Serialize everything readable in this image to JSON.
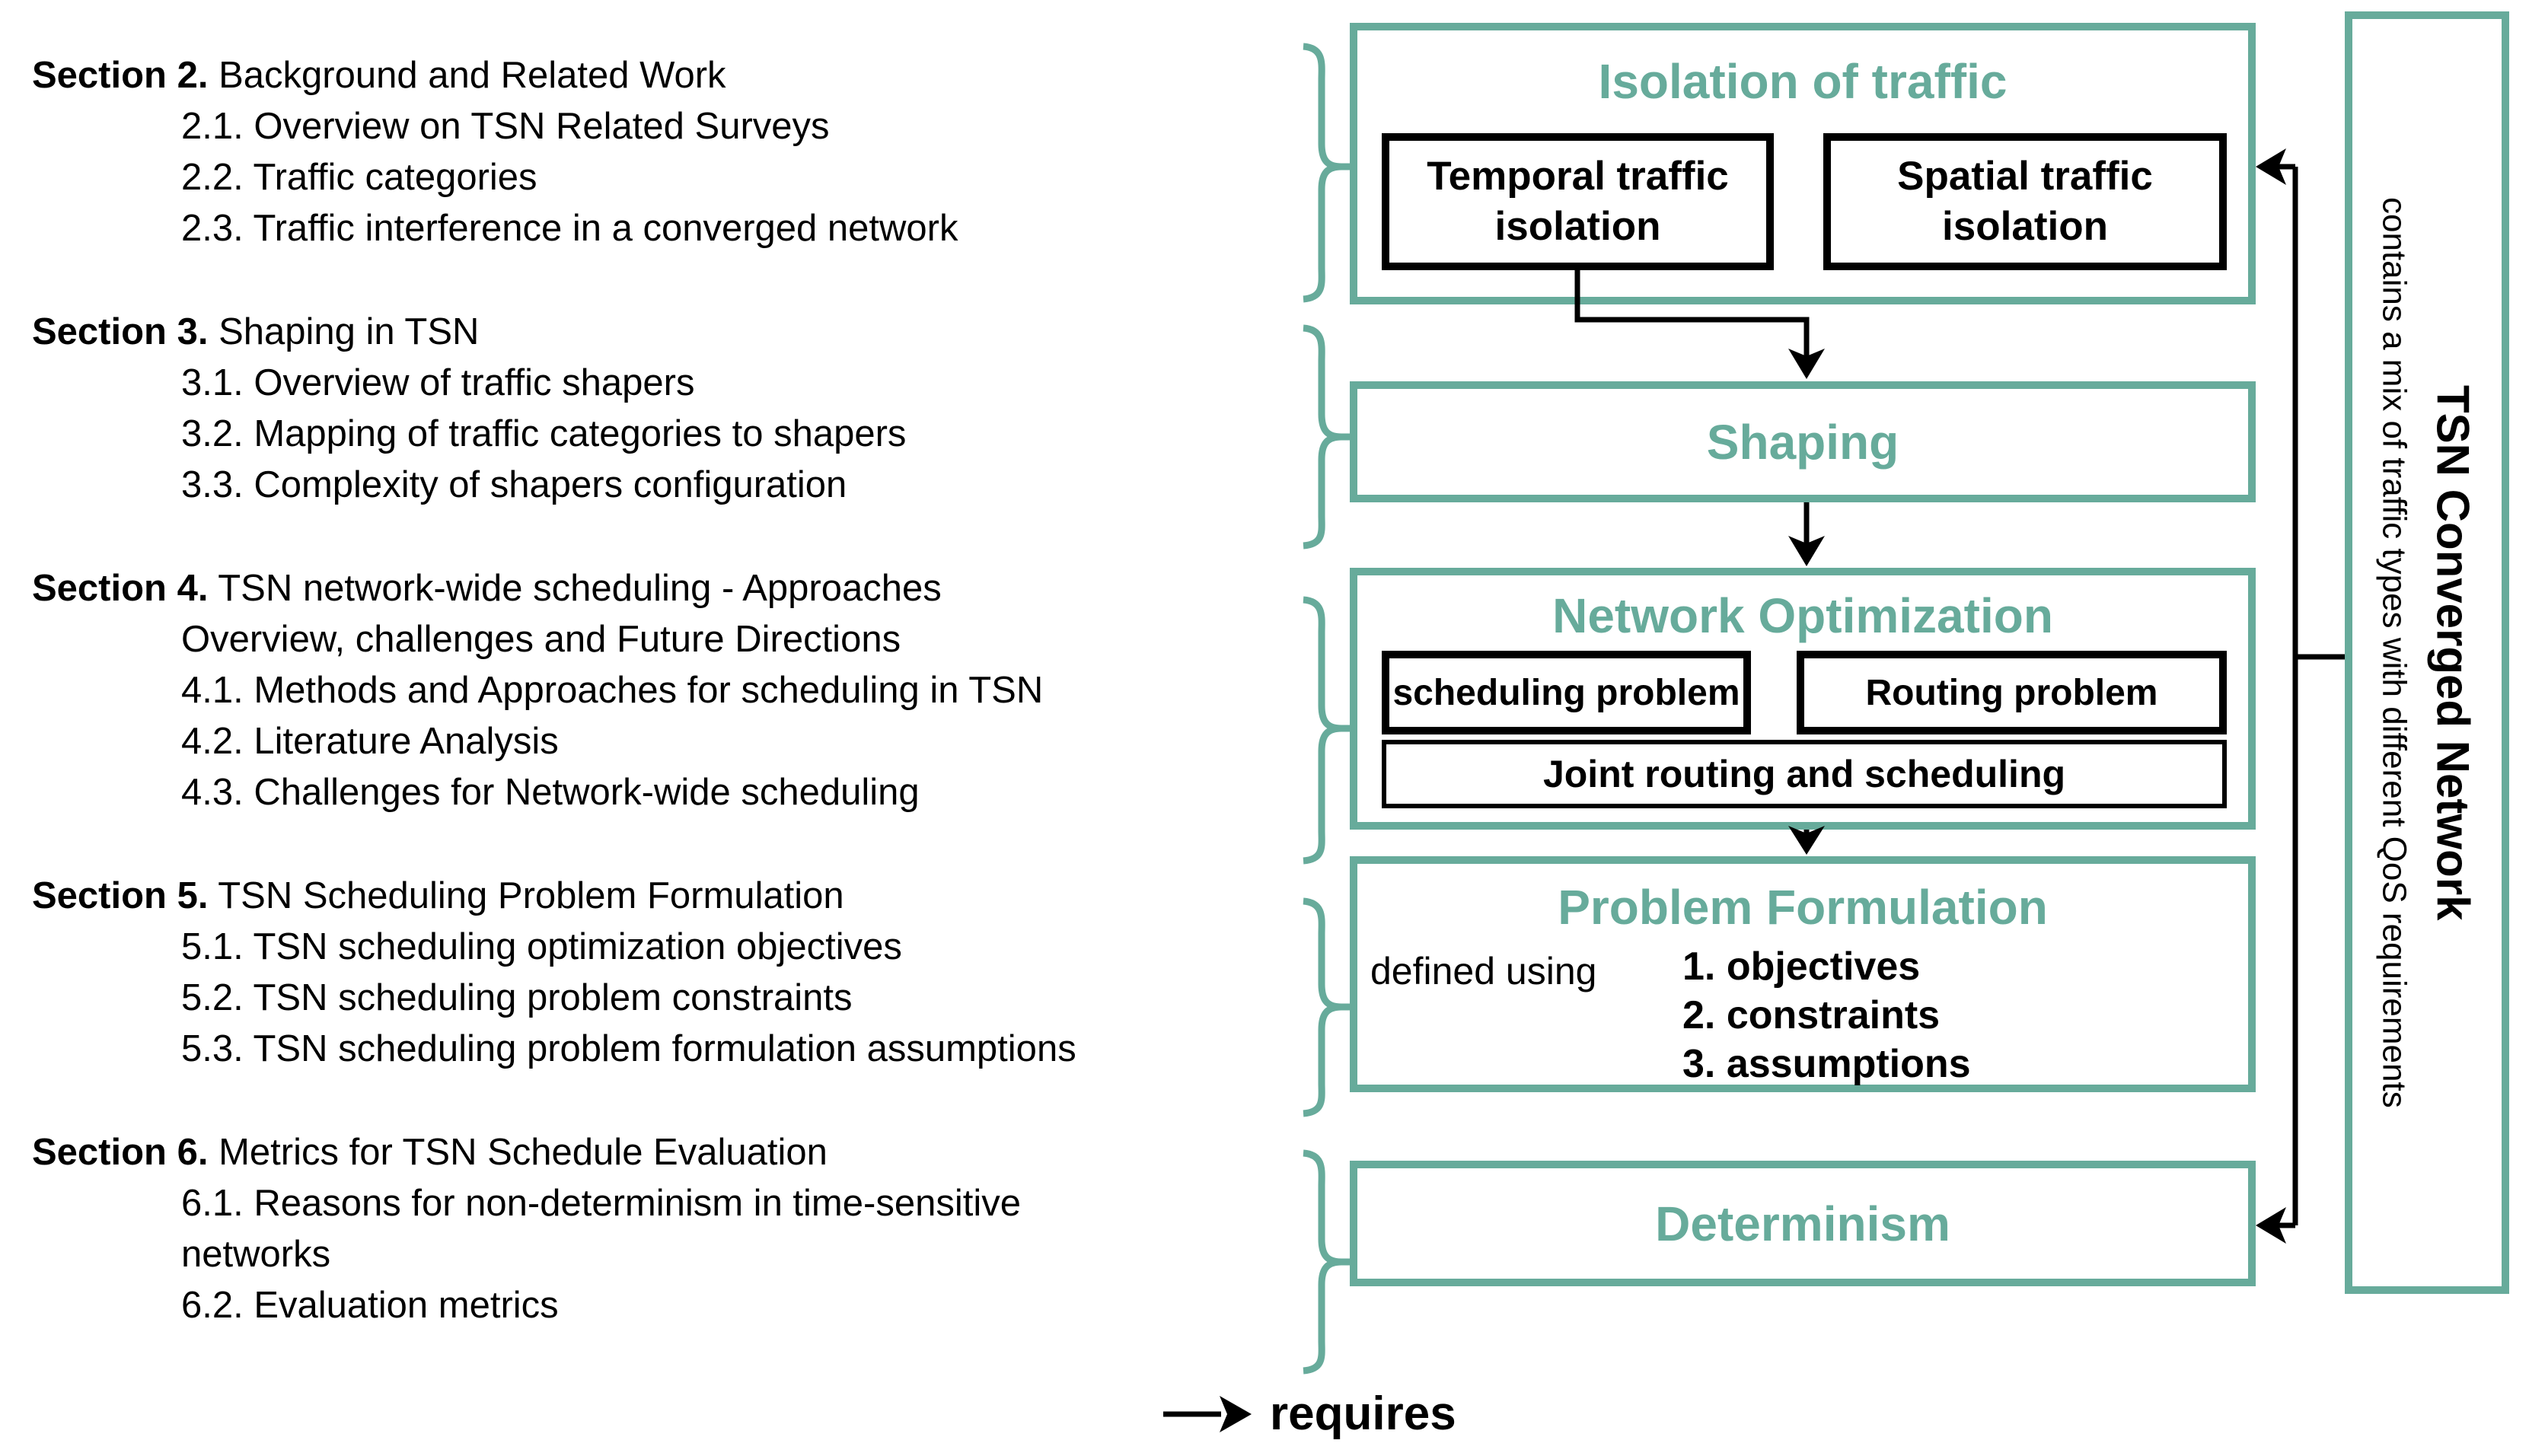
{
  "colors": {
    "teal": "#67ab9b",
    "black": "#000000"
  },
  "toc": {
    "sections": [
      {
        "label": "Section 2.",
        "title": "Background and Related Work",
        "items": [
          "2.1. Overview on TSN Related Surveys",
          "2.2. Traffic categories",
          "2.3. Traffic interference in a converged network"
        ]
      },
      {
        "label": "Section 3.",
        "title": "Shaping in TSN",
        "items": [
          "3.1. Overview of traffic shapers",
          "3.2. Mapping of traffic categories to shapers",
          "3.3. Complexity of shapers configuration"
        ]
      },
      {
        "label": "Section 4.",
        "title": "TSN network-wide scheduling - Approaches\nOverview, challenges and Future Directions",
        "items": [
          "4.1. Methods and Approaches for scheduling in TSN",
          "4.2. Literature Analysis",
          "4.3. Challenges for Network-wide scheduling"
        ]
      },
      {
        "label": "Section 5.",
        "title": "TSN Scheduling Problem Formulation",
        "items": [
          "5.1. TSN scheduling optimization objectives",
          "5.2. TSN scheduling problem constraints",
          "5.3. TSN scheduling problem formulation assumptions"
        ]
      },
      {
        "label": "Section 6.",
        "title": "Metrics for TSN Schedule Evaluation",
        "items": [
          "6.1. Reasons for non-determinism in time-sensitive\nnetworks",
          "6.2. Evaluation metrics"
        ]
      }
    ]
  },
  "diagram": {
    "isolation": {
      "title": "Isolation of traffic",
      "temporal": "Temporal traffic isolation",
      "spatial": "Spatial traffic isolation"
    },
    "shaping": {
      "title": "Shaping"
    },
    "network_optimization": {
      "title": "Network Optimization",
      "scheduling": "scheduling problem",
      "routing": "Routing problem",
      "joint": "Joint routing and scheduling"
    },
    "problem_formulation": {
      "title": "Problem Formulation",
      "defined_using": "defined using",
      "items": [
        "1. objectives",
        "2. constraints",
        "3. assumptions"
      ]
    },
    "determinism": {
      "title": "Determinism"
    }
  },
  "converged_network": {
    "title": "TSN Converged Network",
    "note": "contains a mix of traffic types with different QoS requirements"
  },
  "legend": {
    "requires": "requires"
  }
}
